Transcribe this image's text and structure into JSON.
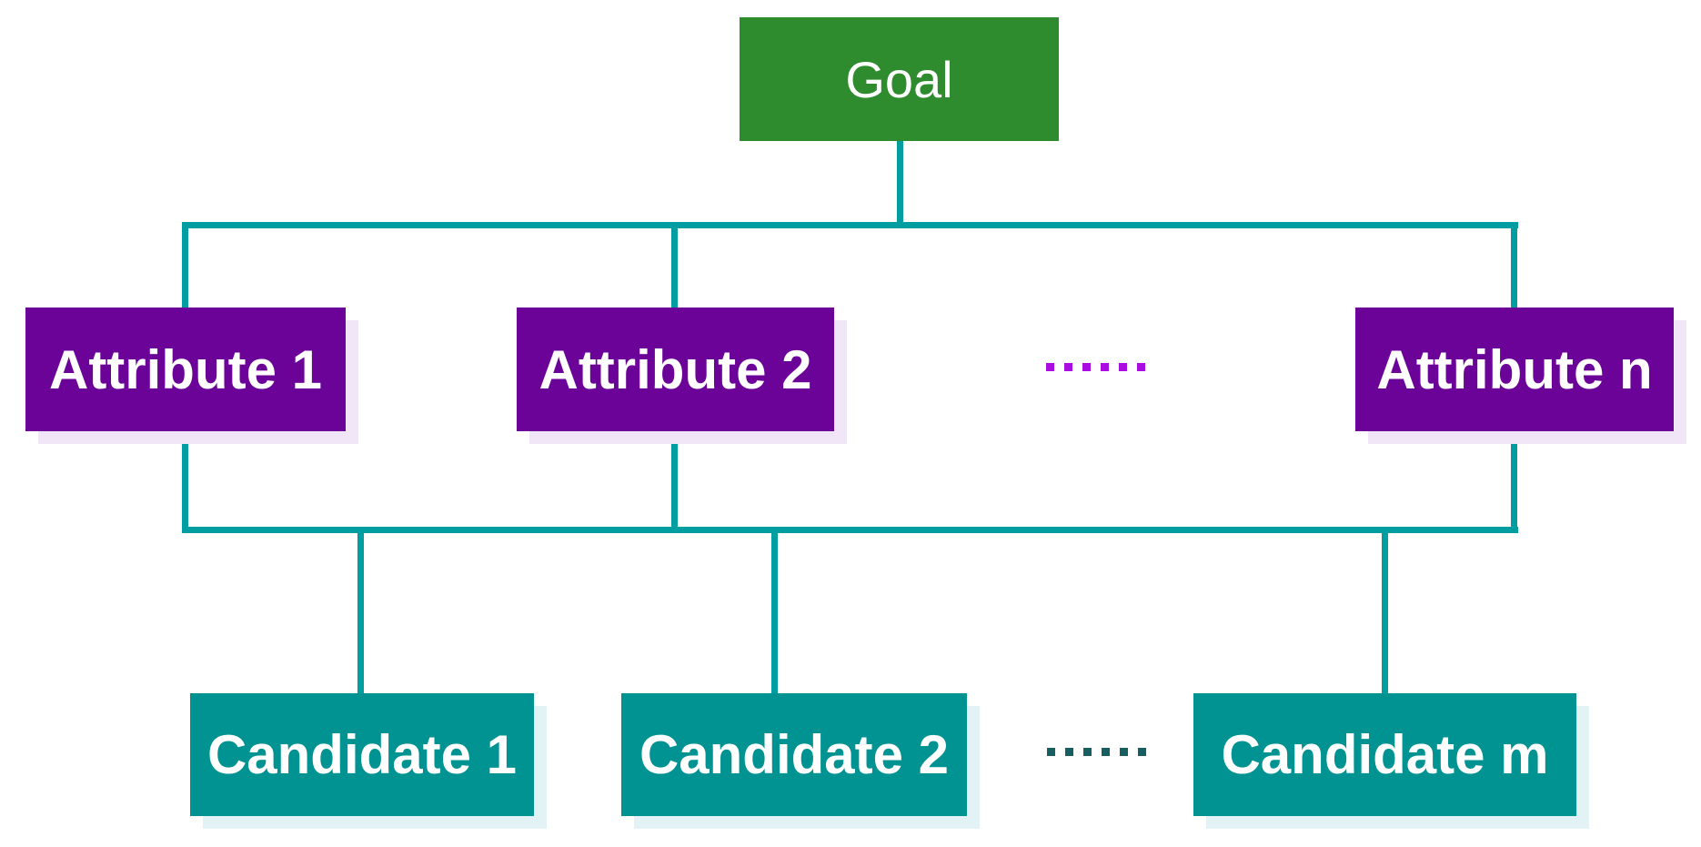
{
  "diagram": {
    "title": "Goal / Attributes / Candidates hierarchy",
    "goal": {
      "label": "Goal",
      "bg": "#2e8b2e"
    },
    "attributes": {
      "items": [
        {
          "label": "Attribute 1"
        },
        {
          "label": "Attribute 2"
        },
        {
          "label": "Attribute n"
        }
      ],
      "ellipsis": {
        "text": "......",
        "dot_count": 6,
        "color": "#a90ce0"
      },
      "bg": "#6b0399",
      "shadow": "#f0e6f8"
    },
    "candidates": {
      "items": [
        {
          "label": "Candidate 1"
        },
        {
          "label": "Candidate 2"
        },
        {
          "label": "Candidate m"
        }
      ],
      "ellipsis": {
        "text": "......",
        "dot_count": 6,
        "color": "#175e60"
      },
      "bg": "#009391",
      "shadow": "#e3f3f5"
    },
    "connector_color": "#009da1",
    "text_color": "#ffffff"
  }
}
